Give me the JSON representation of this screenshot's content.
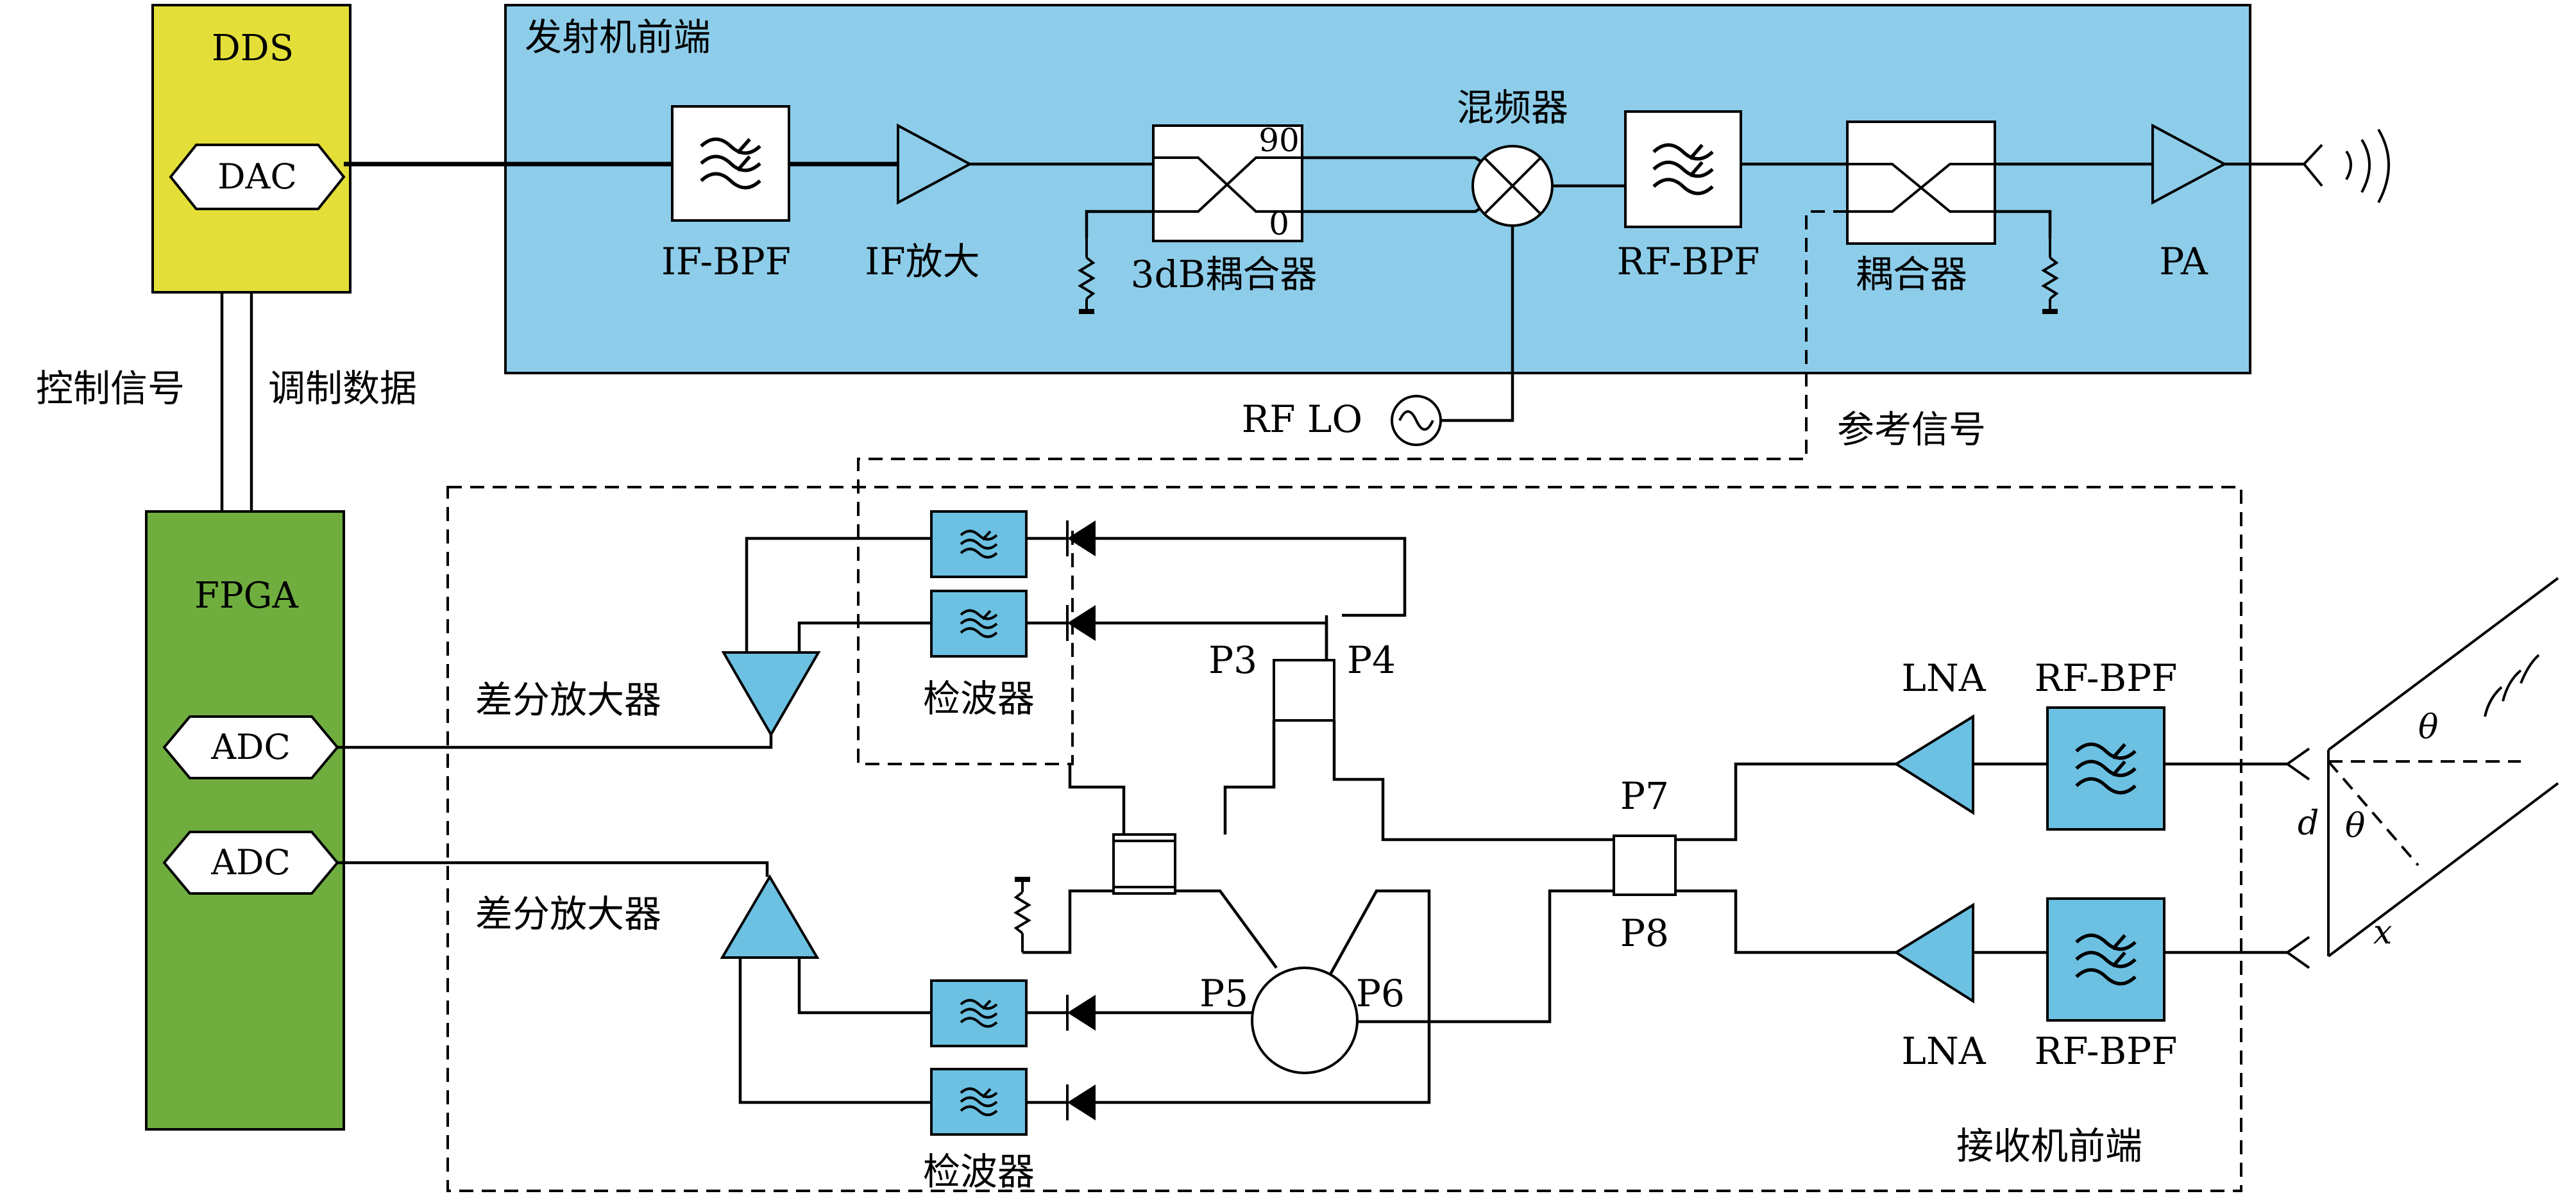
{
  "colors": {
    "dds_fill": "#E4DF38",
    "fpga_fill": "#6FAE3E",
    "transmitter_fill": "#8DCDEA",
    "receiver_fill": "#EEB58F",
    "component_fill": "#6CC1E3",
    "line": "#000000"
  },
  "blocks": {
    "dds": "DDS",
    "dac": "DAC",
    "fpga": "FPGA",
    "adc_1": "ADC",
    "adc_2": "ADC",
    "transmitter_title": "发射机前端",
    "receiver_title": "接收机前端"
  },
  "transmitter": {
    "if_bpf": "IF-BPF",
    "if_amp": "IF放大",
    "coupler_3db": "3dB耦合器",
    "port_90": "90",
    "port_0": "0",
    "mixer": "混频器",
    "rf_bpf": "RF-BPF",
    "coupler": "耦合器",
    "pa": "PA",
    "rf_lo": "RF LO"
  },
  "links": {
    "control_signal": "控制信号",
    "modulation_data": "调制数据",
    "reference_signal": "参考信号"
  },
  "receiver": {
    "diff_amp_1": "差分放大器",
    "diff_amp_2": "差分放大器",
    "detector_1": "检波器",
    "detector_2": "检波器",
    "p3": "P3",
    "p4": "P4",
    "p5": "P5",
    "p6": "P6",
    "p7": "P7",
    "p8": "P8",
    "lna_1": "LNA",
    "lna_2": "LNA",
    "rf_bpf_1": "RF-BPF",
    "rf_bpf_2": "RF-BPF"
  },
  "geometry_labels": {
    "theta_1": "θ",
    "theta_2": "θ",
    "d": "d",
    "x": "x"
  }
}
